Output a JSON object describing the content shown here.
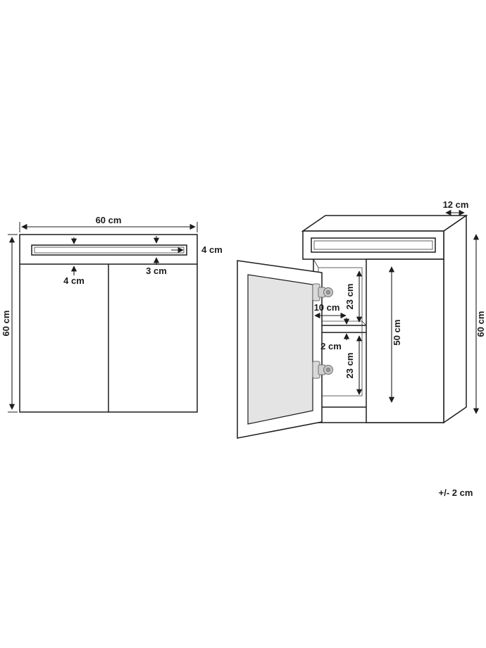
{
  "diagram": {
    "front_view": {
      "width": "60 cm",
      "height": "60 cm",
      "left_gap": "4 cm",
      "right_gap": "3 cm",
      "strip_height": "4 cm"
    },
    "side_view": {
      "depth": "12 cm",
      "height": "60 cm",
      "inner_height": "50 cm",
      "upper_compartment": "23 cm",
      "shelf_thickness": "2 cm",
      "lower_compartment": "23 cm",
      "shelf_depth": "10 cm"
    },
    "tolerance": "+/- 2 cm"
  }
}
